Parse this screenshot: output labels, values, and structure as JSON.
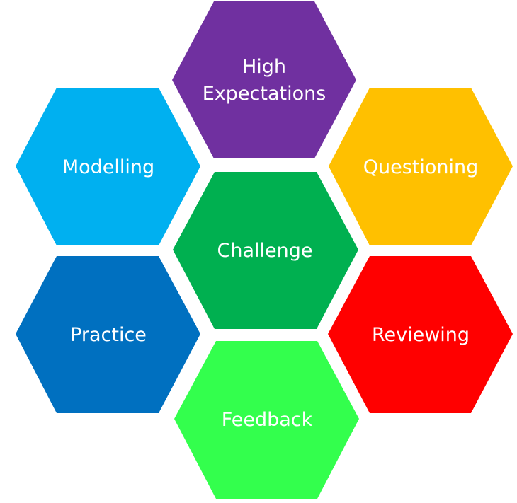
{
  "hexagons": [
    {
      "id": "high-expectations",
      "lines": [
        "High",
        "Expectations"
      ],
      "color": "#7030A0"
    },
    {
      "id": "modelling",
      "lines": [
        "Modelling"
      ],
      "color": "#00B0F0"
    },
    {
      "id": "questioning",
      "lines": [
        "Questioning"
      ],
      "color": "#FFC000"
    },
    {
      "id": "challenge",
      "lines": [
        "Challenge"
      ],
      "color": "#00B050"
    },
    {
      "id": "practice",
      "lines": [
        "Practice"
      ],
      "color": "#0070C0"
    },
    {
      "id": "reviewing",
      "lines": [
        "Reviewing"
      ],
      "color": "#FF0000"
    },
    {
      "id": "feedback",
      "lines": [
        "Feedback"
      ],
      "color": "#33FF4D"
    }
  ]
}
